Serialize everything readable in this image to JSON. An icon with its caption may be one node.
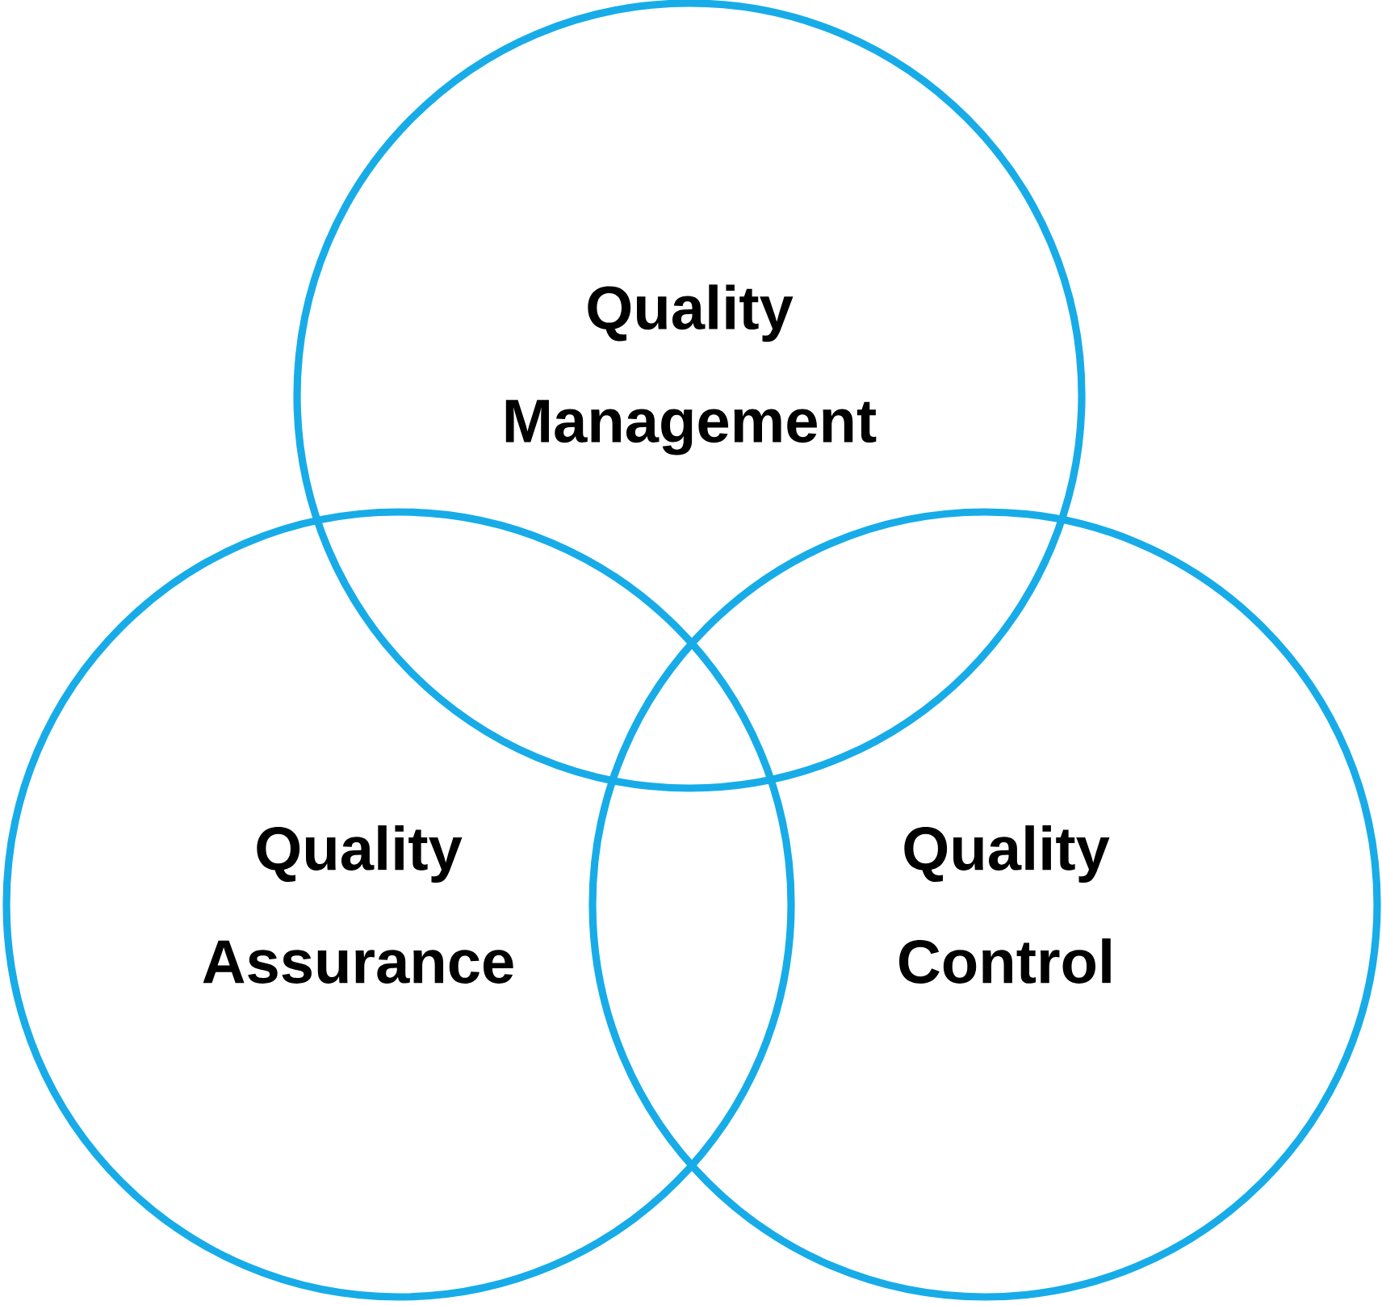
{
  "diagram": {
    "nodes": [
      {
        "text": [
          "Quality Management"
        ]
      },
      {
        "text": [
          "Quality Assurance"
        ]
      },
      {
        "text": [
          "Quality Control"
        ]
      }
    ]
  }
}
